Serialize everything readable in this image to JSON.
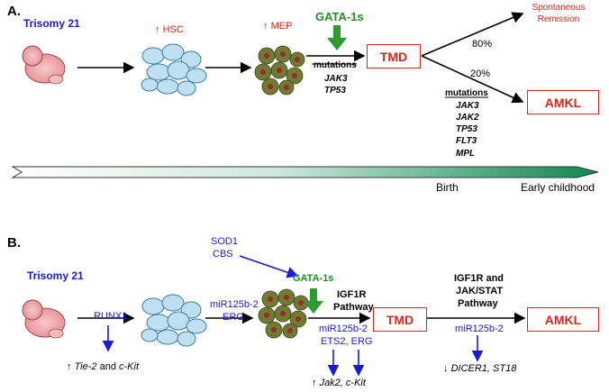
{
  "panelA": {
    "label": "A.",
    "trisomy": "Trisomy 21",
    "hsc": "HSC",
    "mep": "MEP",
    "gata1s": "GATA-1s",
    "tmd": "TMD",
    "amkl": "AMKL",
    "mutations_title": "mutations",
    "mutations_tmd": [
      "JAK3",
      "TP53"
    ],
    "mutations_amkl": [
      "JAK3",
      "JAK2",
      "TP53",
      "FLT3",
      "MPL"
    ],
    "remission_line1": "Spontaneous",
    "remission_line2": "Remission",
    "pct_remission": "80%",
    "pct_amkl": "20%",
    "birth": "Birth",
    "early_childhood": "Early childhood",
    "up_arrow": "↑"
  },
  "panelB": {
    "label": "B.",
    "trisomy": "Trisomy 21",
    "runx1": "RUNX1",
    "tie2_up": "↑",
    "tie2": "Tie-2",
    "and": "and",
    "ckit": "c-Kit",
    "mir_erg_1": "miR125b-2",
    "mir_erg_2": "ERG",
    "sod1": "SOD1",
    "cbs": "CBS",
    "gata1s": "GATA-1s",
    "igf1r_1": "IGF1R",
    "igf1r_2": "Pathway",
    "mir_ets_1": "miR125b-2",
    "mir_ets_2": "ETS2, ERG",
    "jak2_up": "↑",
    "jak2": "Jak2, c-Kit",
    "tmd": "TMD",
    "igf_jak_1": "IGF1R and",
    "igf_jak_2": "JAK/STAT",
    "igf_jak_3": "Pathway",
    "mir_3": "miR125b-2",
    "dicer_down": "↓",
    "dicer": "DICER1, ST18",
    "amkl": "AMKL"
  },
  "colors": {
    "red": "#d8261b",
    "blue": "#1a1ad0",
    "green": "#1f8f1f",
    "timeline_end": "#0f8a52"
  }
}
